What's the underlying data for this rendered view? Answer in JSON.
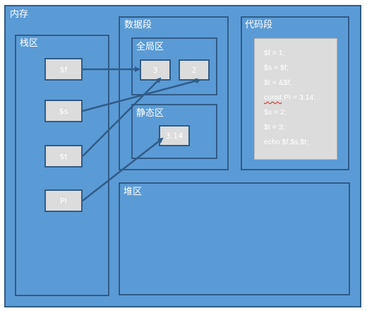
{
  "memory": {
    "label": "内存"
  },
  "stack": {
    "label": "栈区",
    "vars": [
      "$f",
      "$s",
      "$t",
      "PI"
    ]
  },
  "data_segment": {
    "label": "数据段",
    "global": {
      "label": "全局区",
      "values": [
        "3",
        "2"
      ]
    },
    "static": {
      "label": "静态区",
      "values": [
        "3.14"
      ]
    }
  },
  "code_segment": {
    "label": "代码段",
    "lines": [
      "$f = 1;",
      "$s = $f;",
      "$t = &$f;",
      "const PI = 3.14;",
      "$s = 2;",
      "$t = 3;",
      "echo $f,$s,$t;"
    ]
  },
  "heap": {
    "label": "堆区"
  },
  "colors": {
    "region_fill": "#5b9bd5",
    "border": "#2f5c88",
    "cell_fill": "#dcdcdc"
  }
}
